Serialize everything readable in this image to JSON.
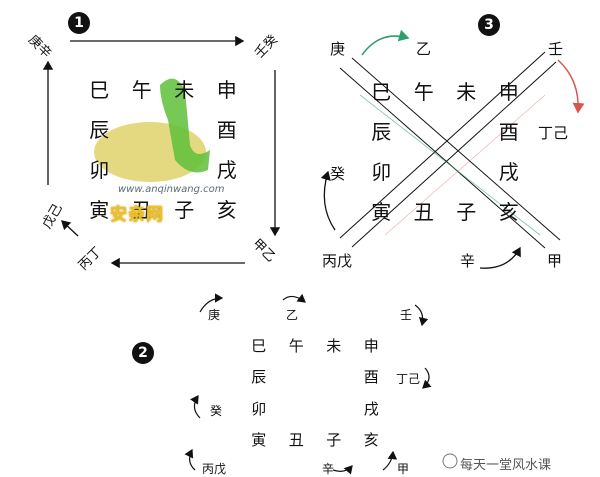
{
  "diagram1": {
    "badge": "1",
    "grid": [
      "巳",
      "午",
      "未",
      "申",
      "辰",
      "",
      "",
      "酉",
      "卯",
      "",
      "",
      "戌",
      "寅",
      "丑",
      "子",
      "亥"
    ],
    "corners": {
      "top_left": "庚辛",
      "top_right": "壬癸",
      "bottom_right": "甲乙",
      "bottom_left": "丙丁",
      "left_side": "戊己"
    },
    "watermark_url": "www.anqinwang.com",
    "watermark_brand": "安亲网"
  },
  "diagram3": {
    "badge": "3",
    "grid": [
      "巳",
      "午",
      "未",
      "申",
      "辰",
      "",
      "",
      "酉",
      "卯",
      "",
      "",
      "戌",
      "寅",
      "丑",
      "子",
      "亥"
    ],
    "stems": {
      "geng": "庚",
      "yi": "乙",
      "ren": "壬",
      "dingji": "丁己",
      "gui": "癸",
      "bingwu": "丙戊",
      "xin": "辛",
      "jia": "甲"
    }
  },
  "diagram2": {
    "badge": "2",
    "grid": [
      "巳",
      "午",
      "未",
      "申",
      "辰",
      "",
      "",
      "酉",
      "卯",
      "",
      "",
      "戌",
      "寅",
      "丑",
      "子",
      "亥"
    ],
    "stems": {
      "geng": "庚",
      "yi": "乙",
      "ren": "壬",
      "dingji": "丁己",
      "gui": "癸",
      "bingwu": "丙戊",
      "xin": "辛",
      "jia": "甲"
    }
  },
  "source_label": "每天一堂风水课",
  "colors": {
    "arrow": "#111111",
    "green": "#2e9e6a",
    "red": "#d9534f"
  }
}
